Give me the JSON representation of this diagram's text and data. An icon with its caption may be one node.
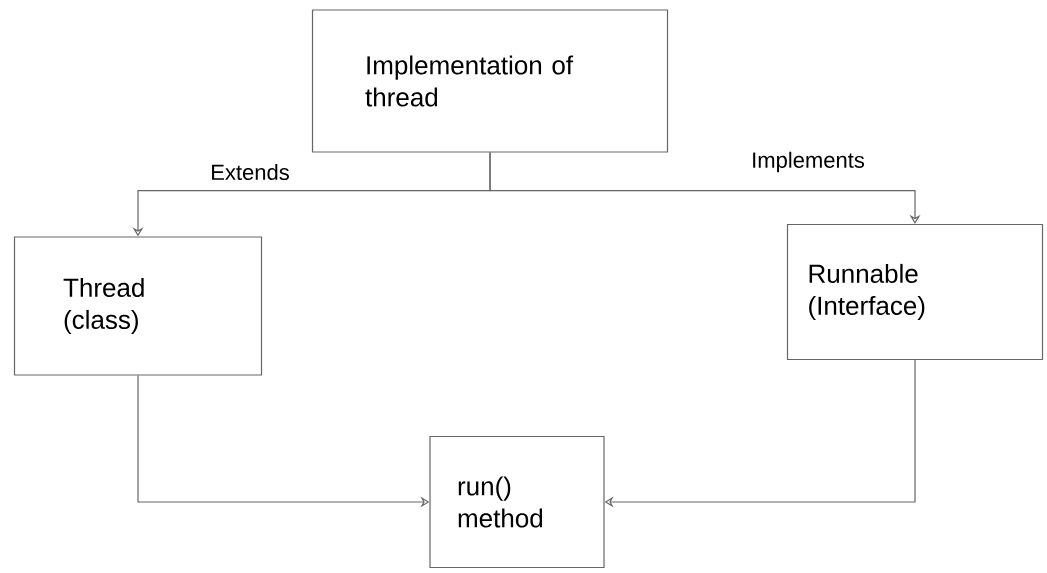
{
  "diagram": {
    "nodes": [
      {
        "text": [
          "Implementation of thread"
        ]
      },
      {
        "text": [
          "Thread (class)"
        ]
      },
      {
        "text": [
          "Runnable (Interface)"
        ]
      },
      {
        "text": [
          "run() method"
        ]
      }
    ],
    "edges": [
      {
        "from": 0,
        "to": 1,
        "arrow": "to",
        "label": "Extends"
      },
      {
        "from": 0,
        "to": 2,
        "arrow": "to",
        "label": "Implements"
      },
      {
        "from": 1,
        "to": 3,
        "arrow": "to"
      },
      {
        "from": 2,
        "to": 3,
        "arrow": "to"
      }
    ]
  }
}
